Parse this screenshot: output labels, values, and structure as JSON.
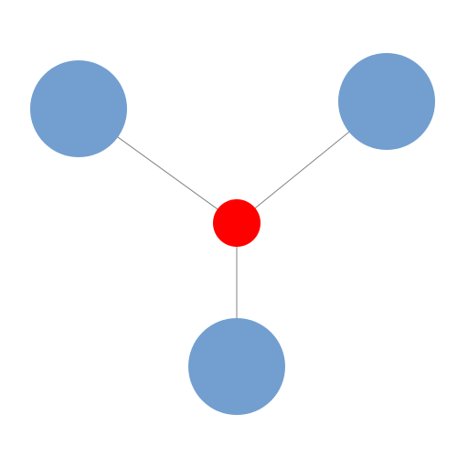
{
  "colors": {
    "background": "#ffffff",
    "hub": "#ff0000",
    "node": "#729fcf",
    "edge": "#808080"
  },
  "graph": {
    "hub": {
      "id": "hub"
    },
    "nodes": [
      {
        "id": "node-top-left"
      },
      {
        "id": "node-top-right"
      },
      {
        "id": "node-bottom"
      }
    ],
    "edges": [
      {
        "from": "hub",
        "to": "node-top-left"
      },
      {
        "from": "hub",
        "to": "node-top-right"
      },
      {
        "from": "hub",
        "to": "node-bottom"
      }
    ]
  }
}
